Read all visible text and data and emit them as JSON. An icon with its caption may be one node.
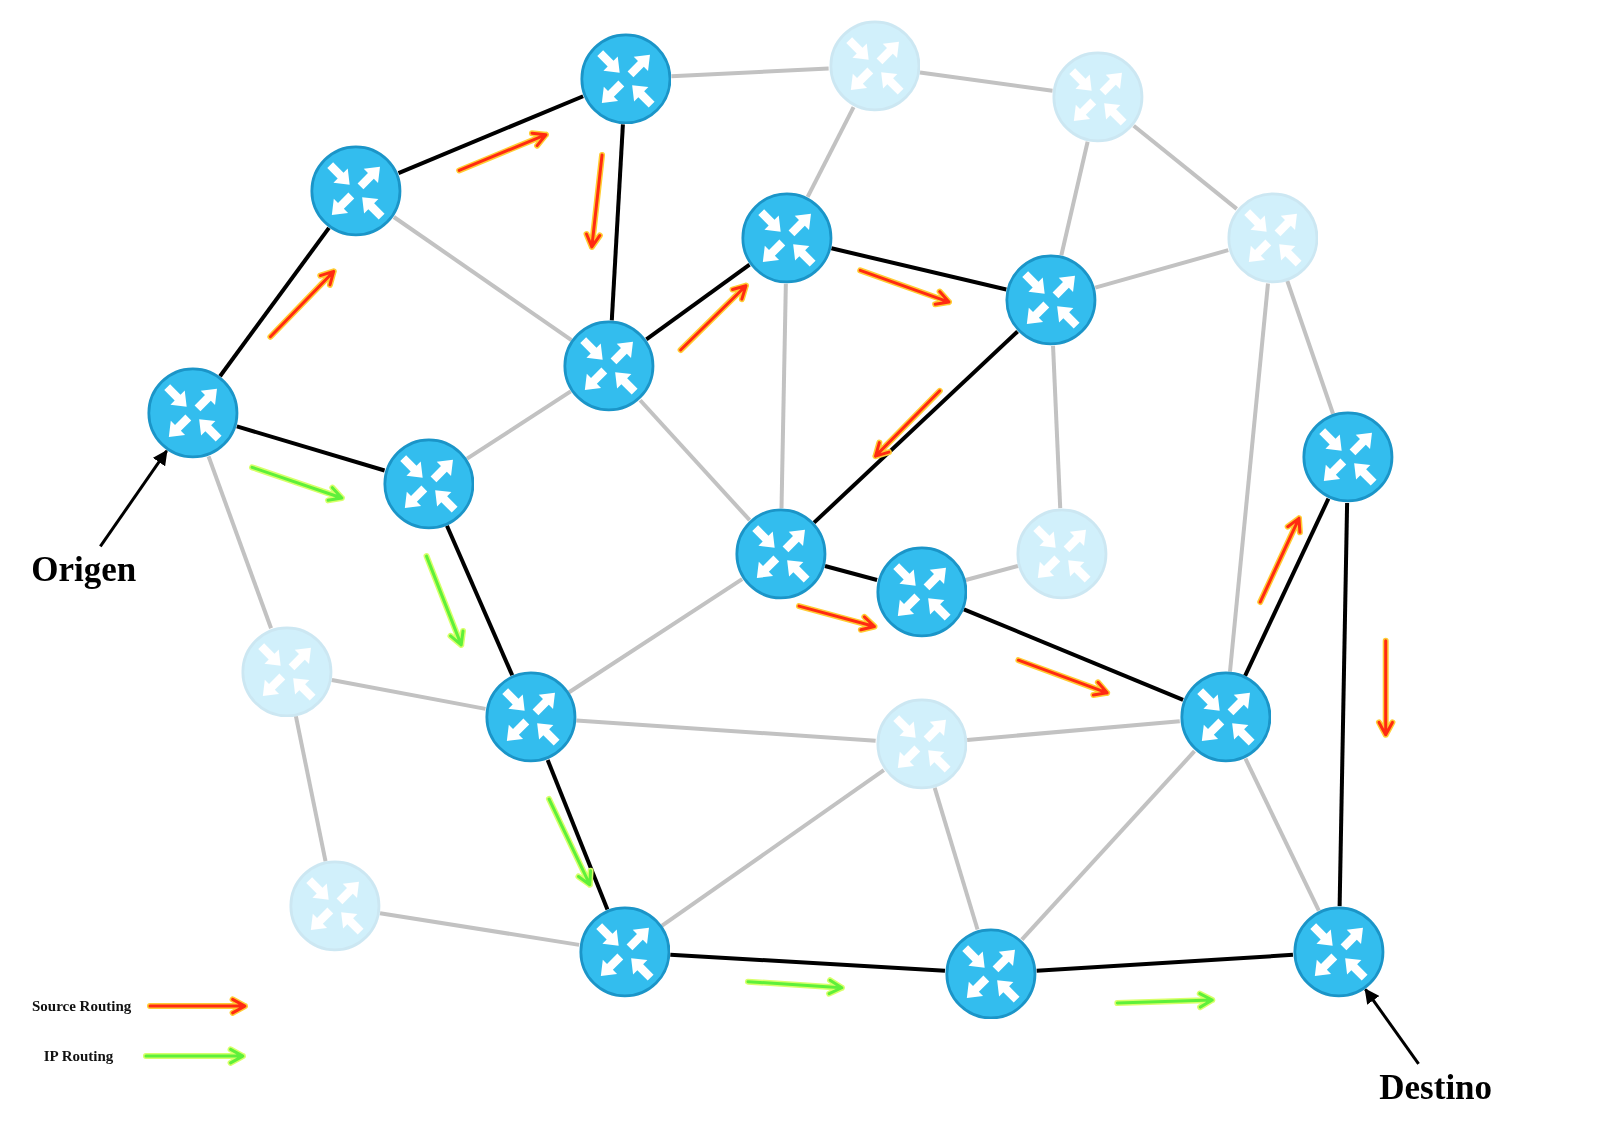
{
  "diagram": {
    "nodes": [
      {
        "text": [],
        "shape": "circle"
      },
      {
        "text": [],
        "shape": "circle"
      },
      {
        "text": [],
        "shape": "circle"
      },
      {
        "text": [],
        "shape": "circle"
      },
      {
        "text": [],
        "shape": "circle"
      },
      {
        "text": [],
        "shape": "circle"
      },
      {
        "text": [],
        "shape": "circle"
      },
      {
        "text": [],
        "shape": "circle"
      },
      {
        "text": [],
        "shape": "circle"
      },
      {
        "text": [],
        "shape": "circle"
      },
      {
        "text": [],
        "shape": "circle"
      },
      {
        "text": [],
        "shape": "circle"
      },
      {
        "text": [],
        "shape": "circle"
      },
      {
        "text": [
          "Origen"
        ]
      },
      {
        "text": [],
        "shape": "circle"
      },
      {
        "text": [],
        "shape": "circle"
      },
      {
        "text": [],
        "shape": "circle"
      },
      {
        "text": [],
        "shape": "circle"
      },
      {
        "text": [],
        "shape": "circle"
      },
      {
        "text": [],
        "shape": "circle"
      },
      {
        "text": [],
        "shape": "circle"
      },
      {
        "text": [],
        "shape": "circle"
      },
      {
        "text": [],
        "shape": "circle"
      },
      {
        "text": [
          "Destino"
        ]
      }
    ],
    "edges": [
      {
        "from": 8,
        "to": 3,
        "arrow": "none",
        "color": "#000000"
      },
      {
        "from": 3,
        "to": 1,
        "arrow": "none",
        "color": "#000000"
      },
      {
        "from": 1,
        "to": 7,
        "arrow": "none",
        "color": "#000000"
      },
      {
        "from": 7,
        "to": 4,
        "arrow": "none",
        "color": "#000000"
      },
      {
        "from": 4,
        "to": 6,
        "arrow": "none",
        "color": "#000000"
      },
      {
        "from": 6,
        "to": 11,
        "arrow": "none",
        "color": "#000000"
      },
      {
        "from": 11,
        "to": 14,
        "arrow": "none",
        "color": "#000000"
      },
      {
        "from": 14,
        "to": 17,
        "arrow": "none",
        "color": "#000000"
      },
      {
        "from": 17,
        "to": 9,
        "arrow": "none",
        "color": "#000000"
      },
      {
        "from": 9,
        "to": 21,
        "arrow": "none",
        "color": "#000000"
      },
      {
        "from": 8,
        "to": 10,
        "arrow": "none",
        "color": "#000000"
      },
      {
        "from": 10,
        "to": 16,
        "arrow": "none",
        "color": "#000000"
      },
      {
        "from": 16,
        "to": 20,
        "arrow": "none",
        "color": "#000000"
      },
      {
        "from": 20,
        "to": 22,
        "arrow": "none",
        "color": "#000000"
      },
      {
        "from": 22,
        "to": 21,
        "arrow": "none",
        "color": "#000000"
      },
      {
        "from": 1,
        "to": 0,
        "arrow": "none"
      },
      {
        "from": 0,
        "to": 2,
        "arrow": "none"
      },
      {
        "from": 0,
        "to": 4,
        "arrow": "none"
      },
      {
        "from": 2,
        "to": 5,
        "arrow": "none"
      },
      {
        "from": 2,
        "to": 6,
        "arrow": "none"
      },
      {
        "from": 3,
        "to": 7,
        "arrow": "none"
      },
      {
        "from": 6,
        "to": 5,
        "arrow": "none"
      },
      {
        "from": 5,
        "to": 9,
        "arrow": "none"
      },
      {
        "from": 5,
        "to": 17,
        "arrow": "none"
      },
      {
        "from": 6,
        "to": 12,
        "arrow": "none"
      },
      {
        "from": 7,
        "to": 10,
        "arrow": "none"
      },
      {
        "from": 7,
        "to": 11,
        "arrow": "none"
      },
      {
        "from": 4,
        "to": 11,
        "arrow": "none"
      },
      {
        "from": 8,
        "to": 15,
        "arrow": "none"
      },
      {
        "from": 15,
        "to": 19,
        "arrow": "none"
      },
      {
        "from": 15,
        "to": 16,
        "arrow": "none"
      },
      {
        "from": 19,
        "to": 20,
        "arrow": "none"
      },
      {
        "from": 11,
        "to": 16,
        "arrow": "none"
      },
      {
        "from": 16,
        "to": 18,
        "arrow": "none"
      },
      {
        "from": 18,
        "to": 17,
        "arrow": "none"
      },
      {
        "from": 18,
        "to": 20,
        "arrow": "none"
      },
      {
        "from": 18,
        "to": 22,
        "arrow": "none"
      },
      {
        "from": 17,
        "to": 22,
        "arrow": "none"
      },
      {
        "from": 17,
        "to": 21,
        "arrow": "none"
      },
      {
        "from": 12,
        "to": 14,
        "arrow": "none"
      },
      {
        "from": 13,
        "to": 8,
        "arrow": "to",
        "color": "#000000"
      },
      {
        "from": 23,
        "to": 21,
        "arrow": "to",
        "color": "#000000"
      }
    ],
    "legend": [
      {
        "text": "Source Routing"
      },
      {
        "text": "IP Routing"
      }
    ]
  }
}
